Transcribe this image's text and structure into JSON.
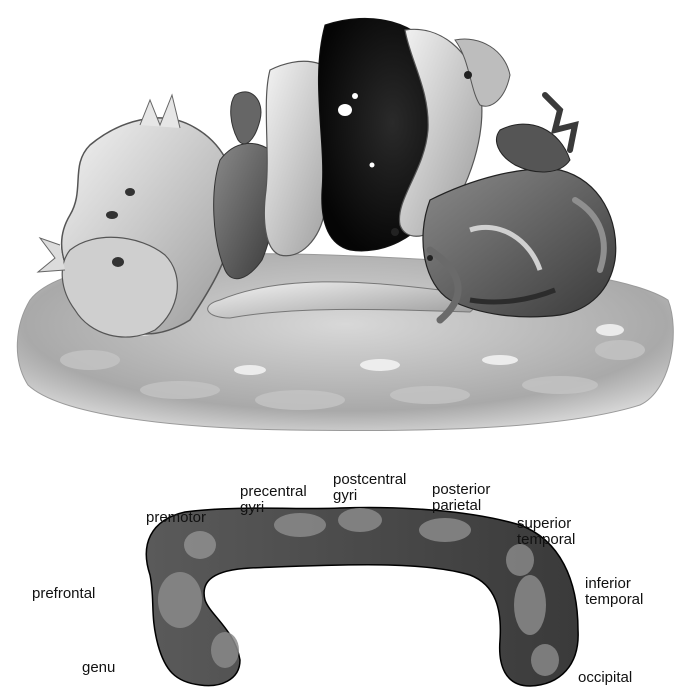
{
  "labels": {
    "premotor": "premotor",
    "precentral": "precentral\ngyri",
    "postcentral": "postcentral\ngyri",
    "posterior_parietal": "posterior\nparietal",
    "superior_temporal": "superior\ntemporal",
    "prefrontal": "prefrontal",
    "inferior_temporal": "inferior\ntemporal",
    "genu": "genu",
    "occipital": "occipital"
  }
}
